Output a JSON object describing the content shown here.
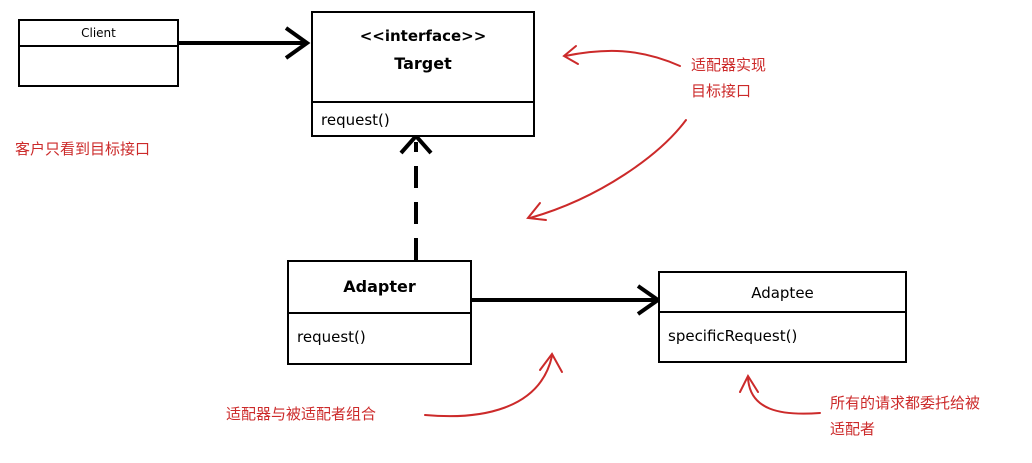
{
  "classes": {
    "client": {
      "name": "Client"
    },
    "target": {
      "stereotype": "<<interface>>",
      "name": "Target",
      "method": "request()"
    },
    "adapter": {
      "name": "Adapter",
      "method": "request()"
    },
    "adaptee": {
      "name": "Adaptee",
      "method": "specificRequest()"
    }
  },
  "notes": {
    "client_note": "客户只看到目标接口",
    "adapter_implements_line1": "适配器实现",
    "adapter_implements_line2": "目标接口",
    "composition_note": "适配器与被适配者组合",
    "delegate_line1": "所有的请求都委托给被",
    "delegate_line2": "适配者"
  },
  "colors": {
    "annotation": "#cc2a2a",
    "line": "#000000"
  }
}
